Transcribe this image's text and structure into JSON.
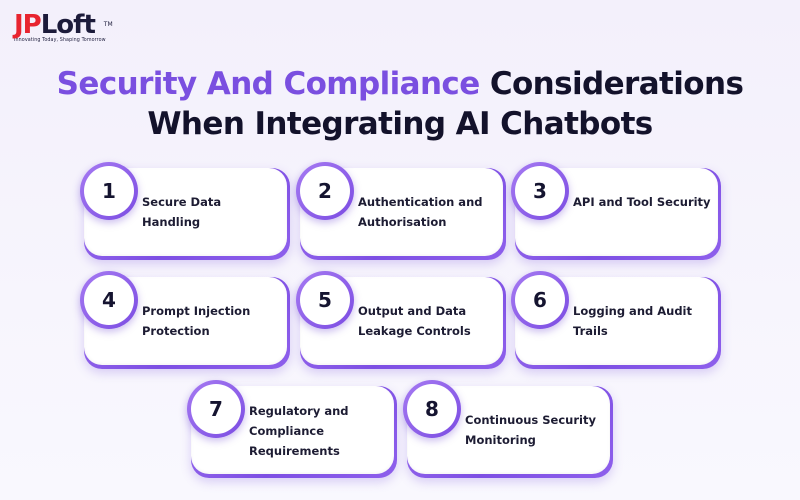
{
  "logo": {
    "jp": "JP",
    "loft": "Loft",
    "tm": "TM",
    "tagline": "Innovating Today, Shaping Tomorrow"
  },
  "title": {
    "highlight": "Security And Compliance",
    "rest_line1": " Considerations",
    "line2": "When Integrating AI Chatbots"
  },
  "colors": {
    "accent": "#7a4fe0",
    "logo_red": "#e8242f",
    "text_dark": "#13122b"
  },
  "cards": [
    {
      "number": "1",
      "label": "Secure Data Handling"
    },
    {
      "number": "2",
      "label": "Authentication and Authorisation"
    },
    {
      "number": "3",
      "label": "API and Tool Security"
    },
    {
      "number": "4",
      "label": "Prompt Injection Protection"
    },
    {
      "number": "5",
      "label": "Output and Data Leakage Controls"
    },
    {
      "number": "6",
      "label": "Logging and Audit Trails"
    },
    {
      "number": "7",
      "label": "Regulatory and Compliance Requirements"
    },
    {
      "number": "8",
      "label": "Continuous Security Monitoring"
    }
  ]
}
